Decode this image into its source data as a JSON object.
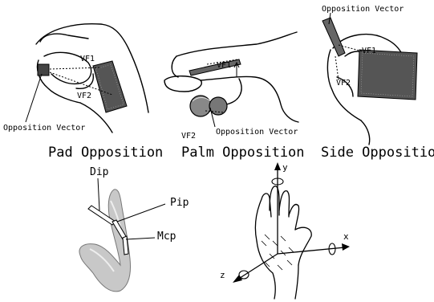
{
  "panels": {
    "pad": {
      "caption": "Pad Opposition",
      "labels": [
        "VF1",
        "VF2",
        "Opposition Vector"
      ]
    },
    "palm": {
      "caption": "Palm Opposition",
      "labels": [
        "VF1",
        "VF2",
        "Opposition Vector"
      ]
    },
    "side": {
      "caption": "Side Opposition",
      "labels": [
        "Opposition Vector",
        "VF1",
        "VF2"
      ]
    }
  },
  "finger_model": {
    "joints": [
      "Dip",
      "Pip",
      "Mcp"
    ]
  },
  "hand_frame": {
    "axes": [
      "y",
      "x",
      "z"
    ]
  }
}
